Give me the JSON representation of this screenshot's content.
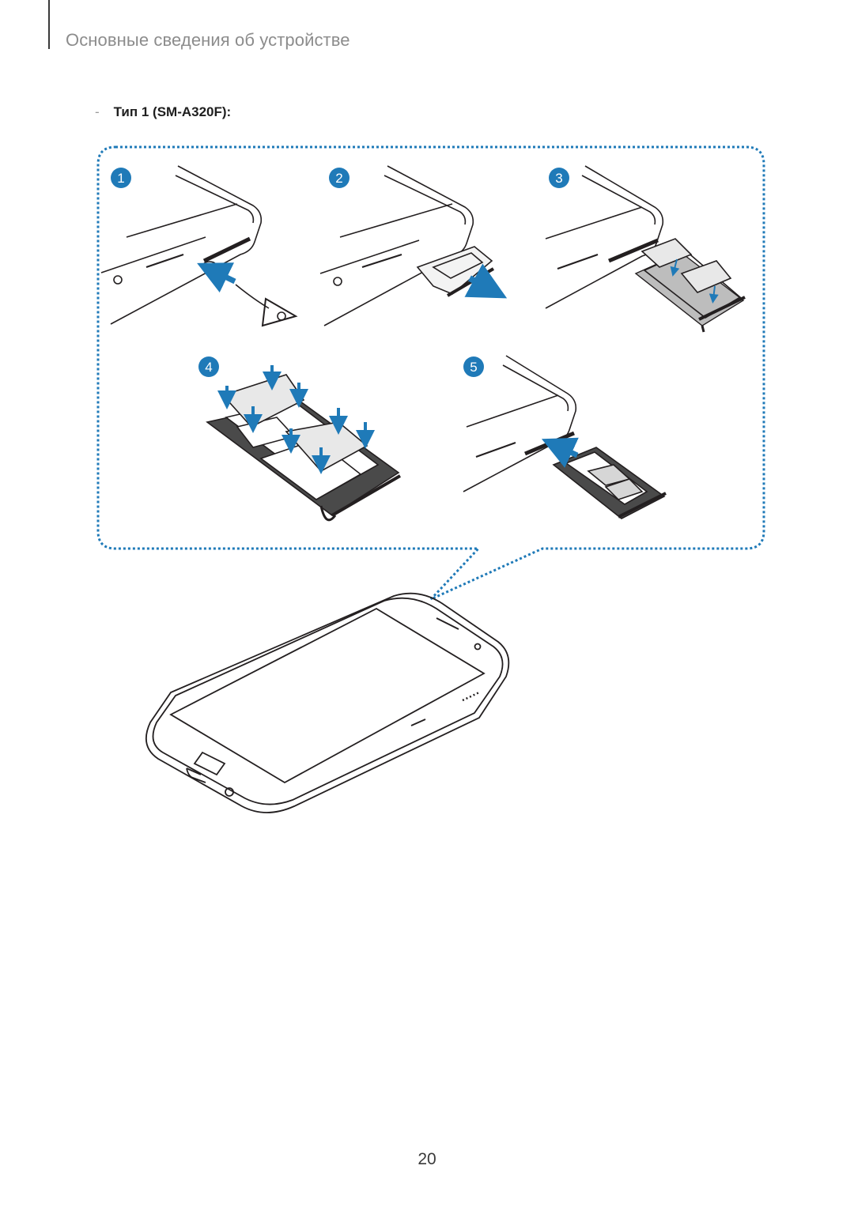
{
  "header": {
    "title": "Основные сведения об устройстве"
  },
  "subitem": {
    "dash": "-",
    "label": "Тип 1 (SM-A320F):"
  },
  "figure": {
    "steps": [
      {
        "number": "1"
      },
      {
        "number": "2"
      },
      {
        "number": "3"
      },
      {
        "number": "4"
      },
      {
        "number": "5"
      }
    ],
    "colors": {
      "accent": "#1f7ab8",
      "line": "#231f20",
      "card": "#e8e8e8",
      "tray": "#4a4a4a"
    }
  },
  "footer": {
    "page_number": "20"
  }
}
